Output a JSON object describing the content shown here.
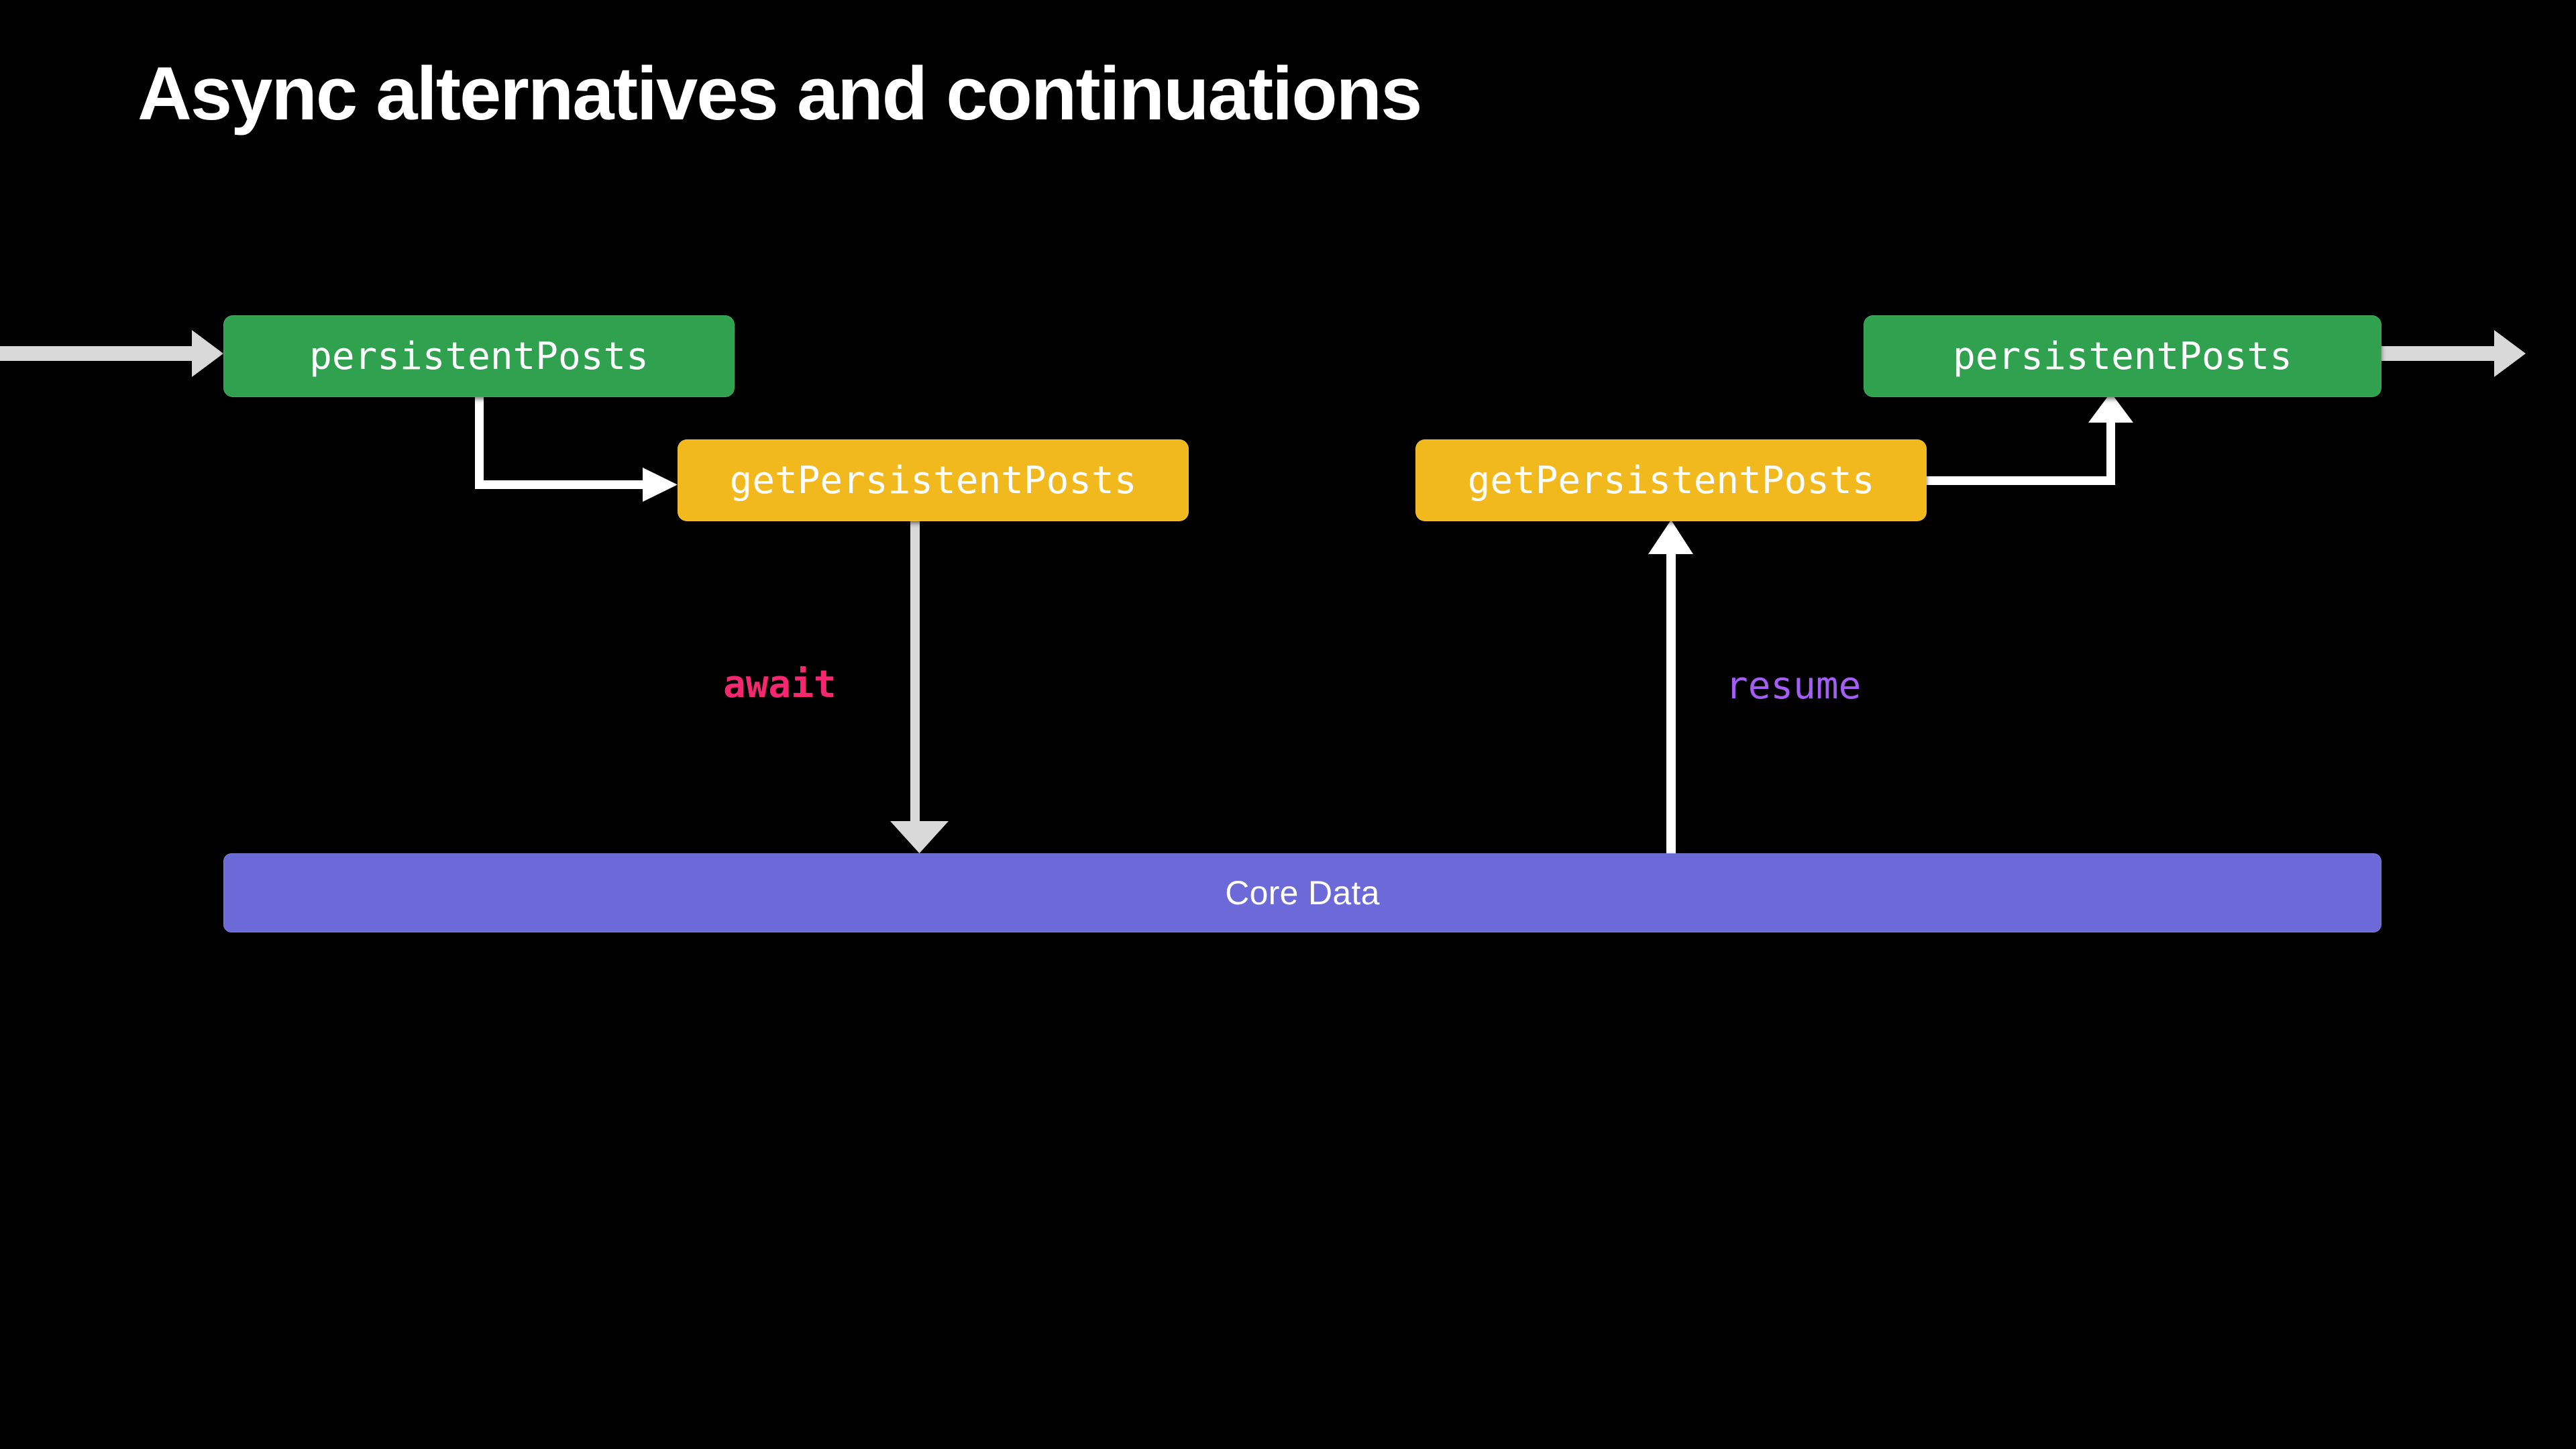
{
  "slide": {
    "background_color": "#000000",
    "title": "Async alternatives and continuations"
  },
  "palette": {
    "green": "#30a14e",
    "yellow": "#f2b91e",
    "indigo": "#6b6ad8",
    "arrow_grey": "#d9d9d9",
    "arrow_white": "#ffffff",
    "await_pink": "#f5276e",
    "resume_purple": "#a45ef5",
    "text_white": "#ffffff"
  },
  "diagram": {
    "type": "flow",
    "nodes": [
      {
        "id": "green-left",
        "label": "persistentPosts",
        "role": "async-function",
        "color": "#30a14e"
      },
      {
        "id": "yellow-left",
        "label": "getPersistentPosts",
        "role": "callback-function",
        "color": "#f2b91e"
      },
      {
        "id": "yellow-right",
        "label": "getPersistentPosts",
        "role": "callback-function",
        "color": "#f2b91e"
      },
      {
        "id": "green-right",
        "label": "persistentPosts",
        "role": "async-function",
        "color": "#30a14e"
      },
      {
        "id": "core-data",
        "label": "Core Data",
        "role": "service-bar",
        "color": "#6b6ad8"
      }
    ],
    "edges": [
      {
        "id": "entry",
        "from": "offscreen-left",
        "to": "green-left",
        "label": "",
        "style": "straight",
        "color": "#d9d9d9"
      },
      {
        "id": "green-to-yellow",
        "from": "green-left",
        "to": "yellow-left",
        "label": "",
        "style": "elbow-down-right",
        "color": "#ffffff"
      },
      {
        "id": "await",
        "from": "yellow-left",
        "to": "core-data",
        "label": "await",
        "style": "vertical-down",
        "color": "#d9d9d9"
      },
      {
        "id": "resume",
        "from": "core-data",
        "to": "yellow-right",
        "label": "resume",
        "style": "vertical-up",
        "color": "#ffffff"
      },
      {
        "id": "yellow-to-green",
        "from": "yellow-right",
        "to": "green-right",
        "label": "",
        "style": "elbow-right-up",
        "color": "#ffffff"
      },
      {
        "id": "exit",
        "from": "green-right",
        "to": "offscreen-right",
        "label": "",
        "style": "straight",
        "color": "#d9d9d9"
      }
    ],
    "labels": {
      "await": "await",
      "resume": "resume"
    }
  }
}
